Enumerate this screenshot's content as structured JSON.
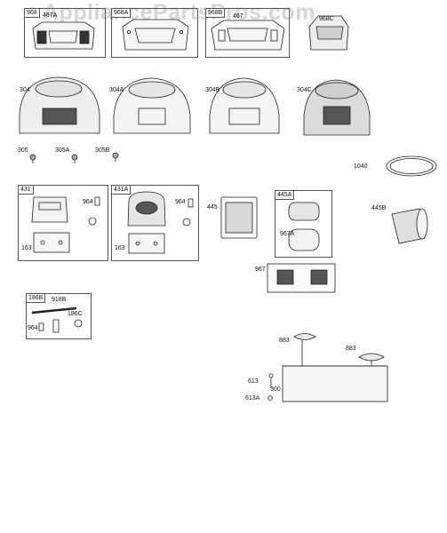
{
  "watermark": "AppliancePartsPros.com",
  "labels": {
    "p968": "968",
    "p467A": "467A",
    "p968A": "968A",
    "p968B": "968B",
    "p467": "467",
    "p968C": "968C",
    "p304": "304",
    "p304A": "304A",
    "p304B": "304B",
    "p304C": "304C",
    "p305": "305",
    "p305A": "305A",
    "p305B": "305B",
    "p1040": "1040",
    "p431": "431",
    "p964a": "964",
    "p163a": "163",
    "p431A": "431A",
    "p964b": "964",
    "p163b": "163",
    "p445": "445",
    "p445A": "445A",
    "p967A": "967A",
    "p445B": "445B",
    "p967": "967",
    "p186B": "186B",
    "p918B": "918B",
    "p186C": "186C",
    "p964c": "964",
    "p883a": "883",
    "p883b": "883",
    "p613": "613",
    "p613A": "613A",
    "p300": "300"
  }
}
